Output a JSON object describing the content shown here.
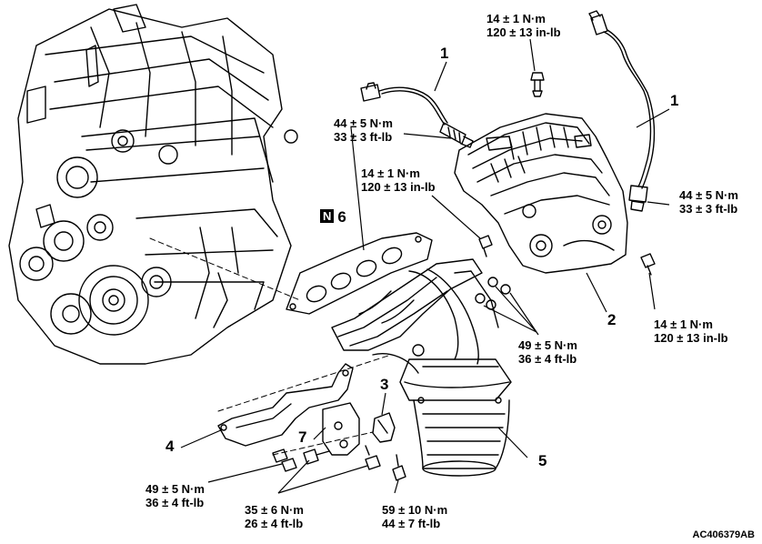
{
  "callouts": {
    "c1a": "1",
    "c1b": "1",
    "c2": "2",
    "c3": "3",
    "c4": "4",
    "c5": "5",
    "c6_badge": "N",
    "c6": "6",
    "c7": "7"
  },
  "torque": {
    "top_center": [
      "14 ± 1 N·m",
      "120 ± 13 in-lb"
    ],
    "sensor_left": [
      "44 ± 5 N·m",
      "33 ± 3 ft-lb"
    ],
    "sensor_right": [
      "44 ± 5 N·m",
      "33 ± 3 ft-lb"
    ],
    "shield_left": [
      "14 ± 1 N·m",
      "120 ± 13 in-lb"
    ],
    "shield_right": [
      "14 ± 1 N·m",
      "120 ± 13 in-lb"
    ],
    "manifold_nuts": [
      "49 ± 5 N·m",
      "36 ± 4 ft-lb"
    ],
    "bracket_left": [
      "49 ± 5 N·m",
      "36 ± 4 ft-lb"
    ],
    "bracket_center": [
      "35 ± 6 N·m",
      "26 ± 4 ft-lb"
    ],
    "bracket_right": [
      "59 ± 10 N·m",
      "44 ± 7 ft-lb"
    ]
  },
  "figure_code": "AC406379AB"
}
